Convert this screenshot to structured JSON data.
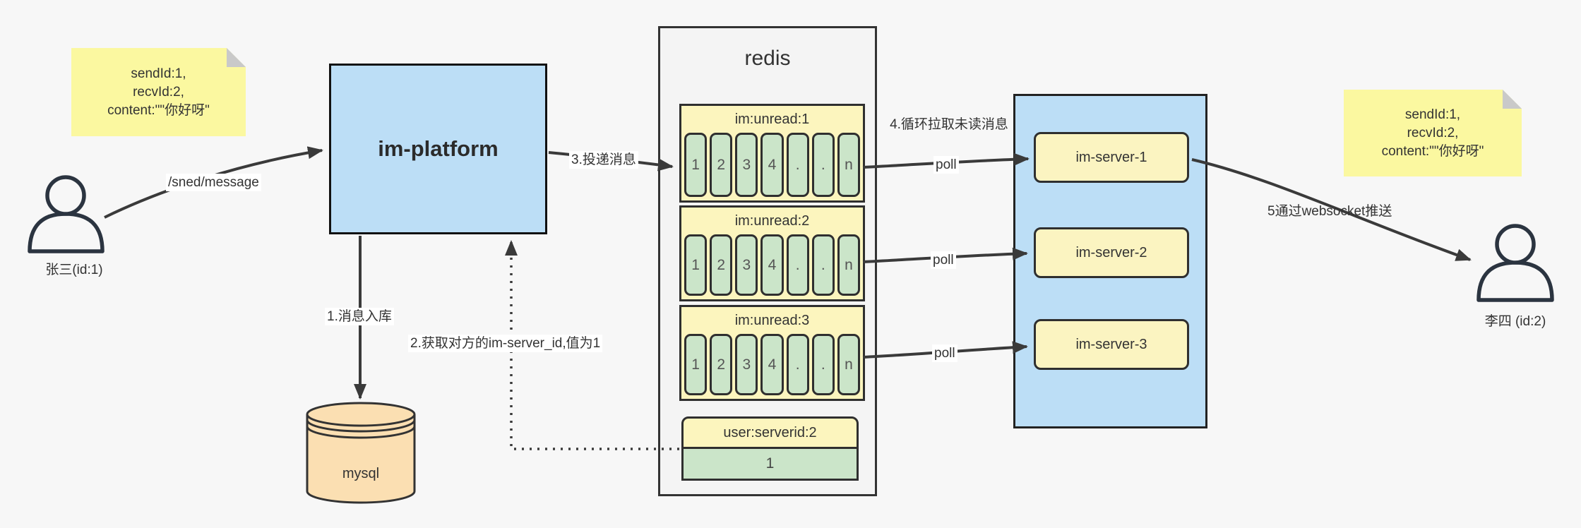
{
  "notes": {
    "left": {
      "lines": [
        "sendId:1,",
        "recvId:2,",
        "content:\"\"你好呀\""
      ]
    },
    "right": {
      "lines": [
        "sendId:1,",
        "recvId:2,",
        "content:\"\"你好呀\""
      ]
    }
  },
  "actors": {
    "sender": {
      "label": "张三(id:1)"
    },
    "receiver": {
      "label": "李四 (id:2)"
    }
  },
  "platform": {
    "label": "im-platform"
  },
  "database": {
    "label": "mysql"
  },
  "redis": {
    "title": "redis",
    "queues": [
      {
        "name": "im:unread:1",
        "cells": [
          "1",
          "2",
          "3",
          "4",
          ".",
          ".",
          "n"
        ]
      },
      {
        "name": "im:unread:2",
        "cells": [
          "1",
          "2",
          "3",
          "4",
          ".",
          ".",
          "n"
        ]
      },
      {
        "name": "im:unread:3",
        "cells": [
          "1",
          "2",
          "3",
          "4",
          ".",
          ".",
          "n"
        ]
      }
    ],
    "kv": {
      "key": "user:serverid:2",
      "value": "1"
    }
  },
  "servers": [
    {
      "label": "im-server-1"
    },
    {
      "label": "im-server-2"
    },
    {
      "label": "im-server-3"
    }
  ],
  "labels": {
    "send_endpoint": "/sned/message",
    "step1": "1.消息入库",
    "step2": "2.获取对方的im-server_id,值为1",
    "step3": "3.投递消息",
    "step4": "4.循环拉取未读消息",
    "step5": "5通过websocket推送",
    "poll1": "poll",
    "poll2": "poll",
    "poll3": "poll"
  },
  "colors": {
    "background": "#F7F7F7",
    "blue_fill": "#BCDEF6",
    "note_yellow": "#FBF8A0",
    "panel_yellow": "#FCF5BE",
    "cell_green": "#CBE5C9",
    "db_orange": "#FBDFB2",
    "stroke_dark": "#3A3A3A"
  }
}
